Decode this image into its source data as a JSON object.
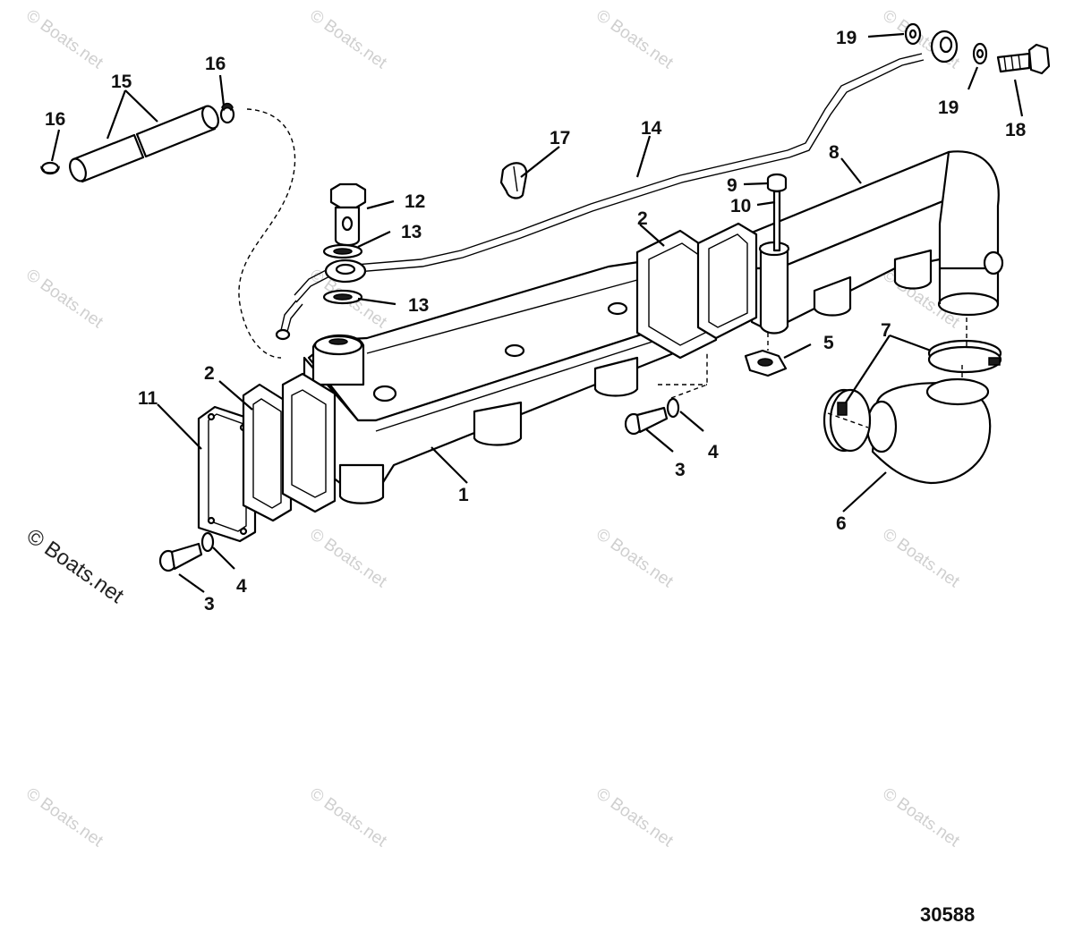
{
  "watermark": {
    "text": "© Boats.net",
    "color": "#cfcfcf"
  },
  "figure_number": "30588",
  "callouts": {
    "c1": "1",
    "c2a": "2",
    "c2b": "2",
    "c3a": "3",
    "c3b": "3",
    "c4a": "4",
    "c4b": "4",
    "c5": "5",
    "c6": "6",
    "c7": "7",
    "c8": "8",
    "c9": "9",
    "c10": "10",
    "c11": "11",
    "c12": "12",
    "c13a": "13",
    "c13b": "13",
    "c14": "14",
    "c15": "15",
    "c16a": "16",
    "c16b": "16",
    "c17": "17",
    "c18": "18",
    "c19a": "19",
    "c19b": "19"
  },
  "colors": {
    "line": "#000000",
    "background": "#ffffff"
  }
}
